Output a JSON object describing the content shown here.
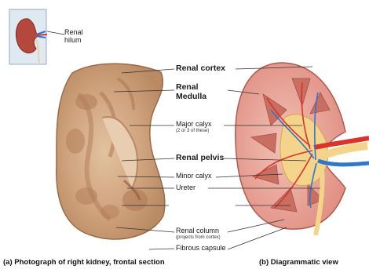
{
  "inset": {
    "label_line1": "Renal",
    "label_line2": "hilum"
  },
  "labels": {
    "renal_cortex": "Renal cortex",
    "renal_medulla_1": "Renal",
    "renal_medulla_2": "Medulla",
    "major_calyx": "Major calyx",
    "major_calyx_note": "(2 or 3 of these)",
    "renal_pelvis": "Renal pelvis",
    "minor_calyx": "Minor calyx",
    "ureter": "Ureter",
    "renal_column": "Renal column",
    "renal_column_note": "(projects from cortex)",
    "fibrous_capsule": "Fibrous capsule"
  },
  "captions": {
    "left": "(a) Photograph of right kidney, frontal section",
    "right": "(b) Diagrammatic view"
  },
  "colors": {
    "photo_tissue": "#cfa27c",
    "photo_dark": "#a9714d",
    "cortex": "#e7a59a",
    "medulla": "#c96f61",
    "pelvis": "#f4d48a",
    "artery": "#d8342c",
    "vein": "#2f77c8",
    "leader": "#333333"
  }
}
